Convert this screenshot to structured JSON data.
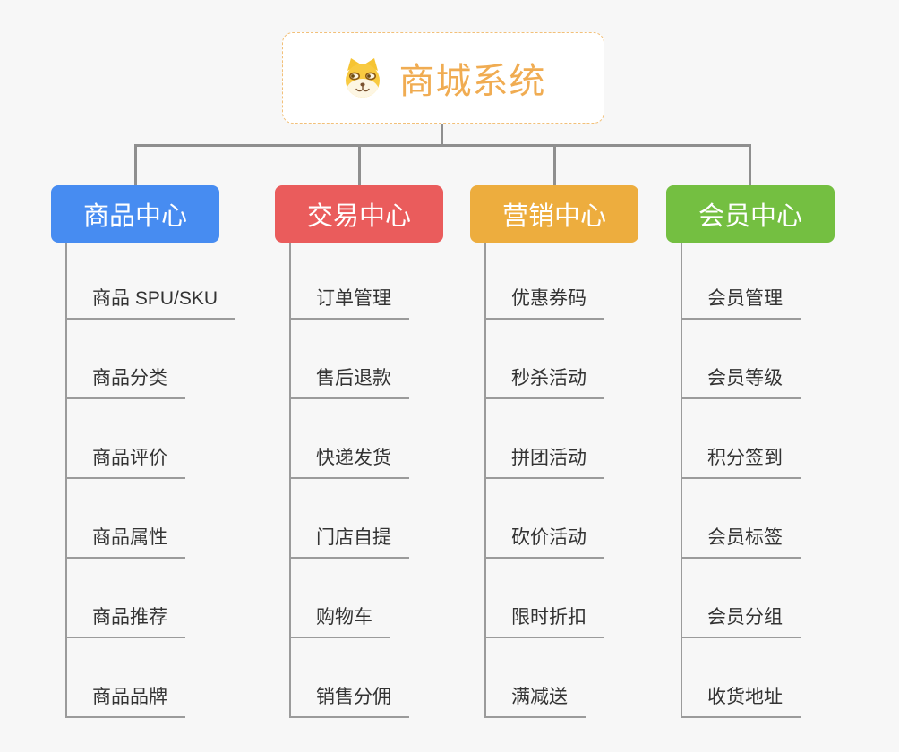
{
  "root": {
    "title": "商城系统",
    "icon": "dog-face-icon",
    "text_color": "#f0ac52",
    "border_color": "#f2c079",
    "background": "#ffffff"
  },
  "canvas": {
    "background": "#f7f7f7",
    "connector_color": "#8f8f8f",
    "underline_color": "#9b9b9b",
    "item_text_color": "#333333"
  },
  "branches": [
    {
      "label": "商品中心",
      "color": "#478cf1",
      "items": [
        "商品 SPU/SKU",
        "商品分类",
        "商品评价",
        "商品属性",
        "商品推荐",
        "商品品牌"
      ]
    },
    {
      "label": "交易中心",
      "color": "#ea5c5c",
      "items": [
        "订单管理",
        "售后退款",
        "快递发货",
        "门店自提",
        "购物车",
        "销售分佣"
      ]
    },
    {
      "label": "营销中心",
      "color": "#edad3e",
      "items": [
        "优惠券码",
        "秒杀活动",
        "拼团活动",
        "砍价活动",
        "限时折扣",
        "满减送"
      ]
    },
    {
      "label": "会员中心",
      "color": "#74bf41",
      "items": [
        "会员管理",
        "会员等级",
        "积分签到",
        "会员标签",
        "会员分组",
        "收货地址"
      ]
    }
  ]
}
